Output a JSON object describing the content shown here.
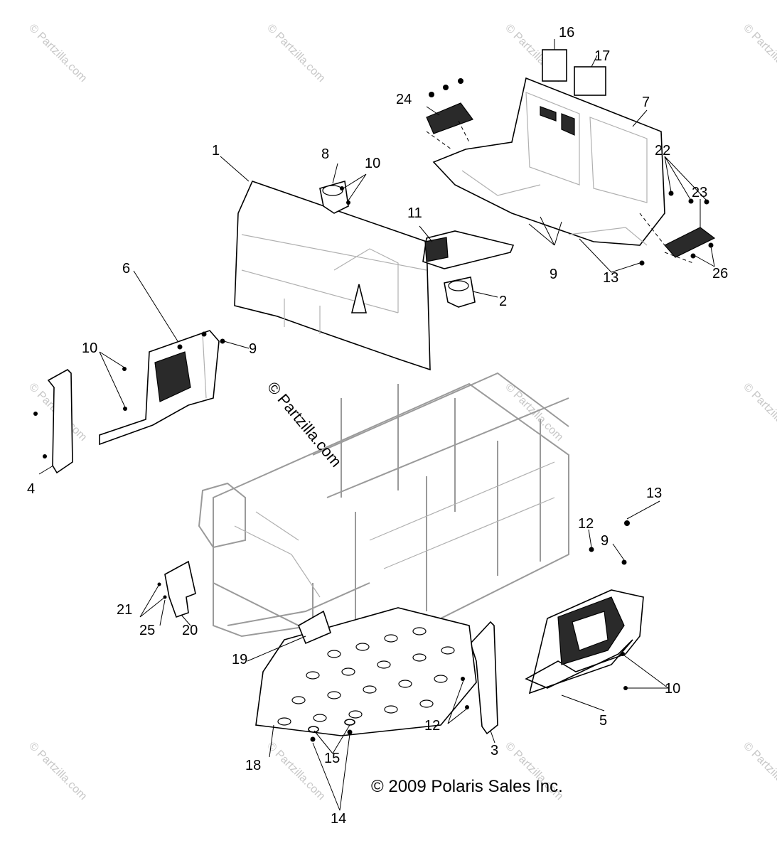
{
  "copyright": "© 2009 Polaris Sales Inc.",
  "watermark_text": "© Partzilla.com",
  "center_watermark_text": "© Partzilla.com",
  "callouts": {
    "c1": "1",
    "c2": "2",
    "c3": "3",
    "c4": "4",
    "c5": "5",
    "c6": "6",
    "c7": "7",
    "c8": "8",
    "c9a": "9",
    "c9b": "9",
    "c9c": "9",
    "c10a": "10",
    "c10b": "10",
    "c10c": "10",
    "c11": "11",
    "c12a": "12",
    "c12b": "12",
    "c13a": "13",
    "c13b": "13",
    "c14": "14",
    "c15": "15",
    "c16": "16",
    "c17": "17",
    "c18": "18",
    "c19": "19",
    "c20": "20",
    "c21": "21",
    "c22": "22",
    "c23": "23",
    "c24": "24",
    "c25": "25",
    "c26": "26"
  }
}
